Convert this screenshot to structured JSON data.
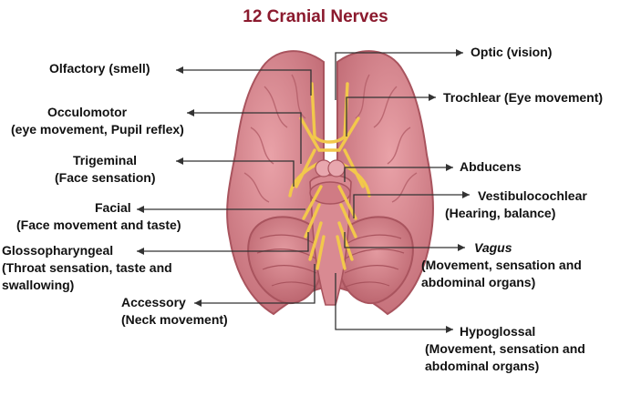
{
  "title": "12 Cranial Nerves",
  "nerves": [
    {
      "name": "Olfactory (smell)",
      "desc": ""
    },
    {
      "name": "Optic (vision)",
      "desc": ""
    },
    {
      "name": "Occulomotor",
      "desc": "(eye movement, Pupil reflex)"
    },
    {
      "name": "Trochlear (Eye movement)",
      "desc": ""
    },
    {
      "name": "Trigeminal",
      "desc": "(Face sensation)"
    },
    {
      "name": "Abducens",
      "desc": ""
    },
    {
      "name": "Facial",
      "desc": "(Face movement and taste)"
    },
    {
      "name": "Vestibulocochlear",
      "desc": "(Hearing, balance)"
    },
    {
      "name": "Glossopharyngeal",
      "desc": "(Throat sensation, taste and swallowing)"
    },
    {
      "name": "Vagus",
      "desc": "(Movement, sensation and abdominal organs)"
    },
    {
      "name": "Accessory",
      "desc": "(Neck movement)"
    },
    {
      "name": "Hypoglossal",
      "desc": "(Movement, sensation and abdominal organs)"
    }
  ],
  "colors": {
    "title": "#8b1a2e",
    "brain": "#d9868e",
    "brain_dark": "#b35e68",
    "nerve": "#f2c84b",
    "line": "#333333"
  }
}
